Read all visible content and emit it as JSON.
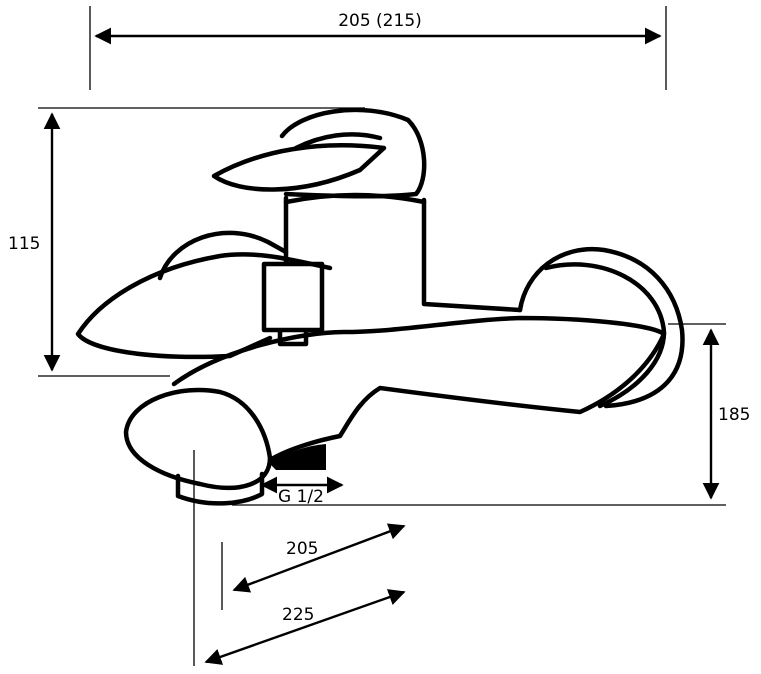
{
  "dimensions": {
    "width_top": "205 (215)",
    "height_left": "115",
    "height_right": "185",
    "connection": "G 1/2",
    "projection_short": "205",
    "projection_long": "225"
  }
}
